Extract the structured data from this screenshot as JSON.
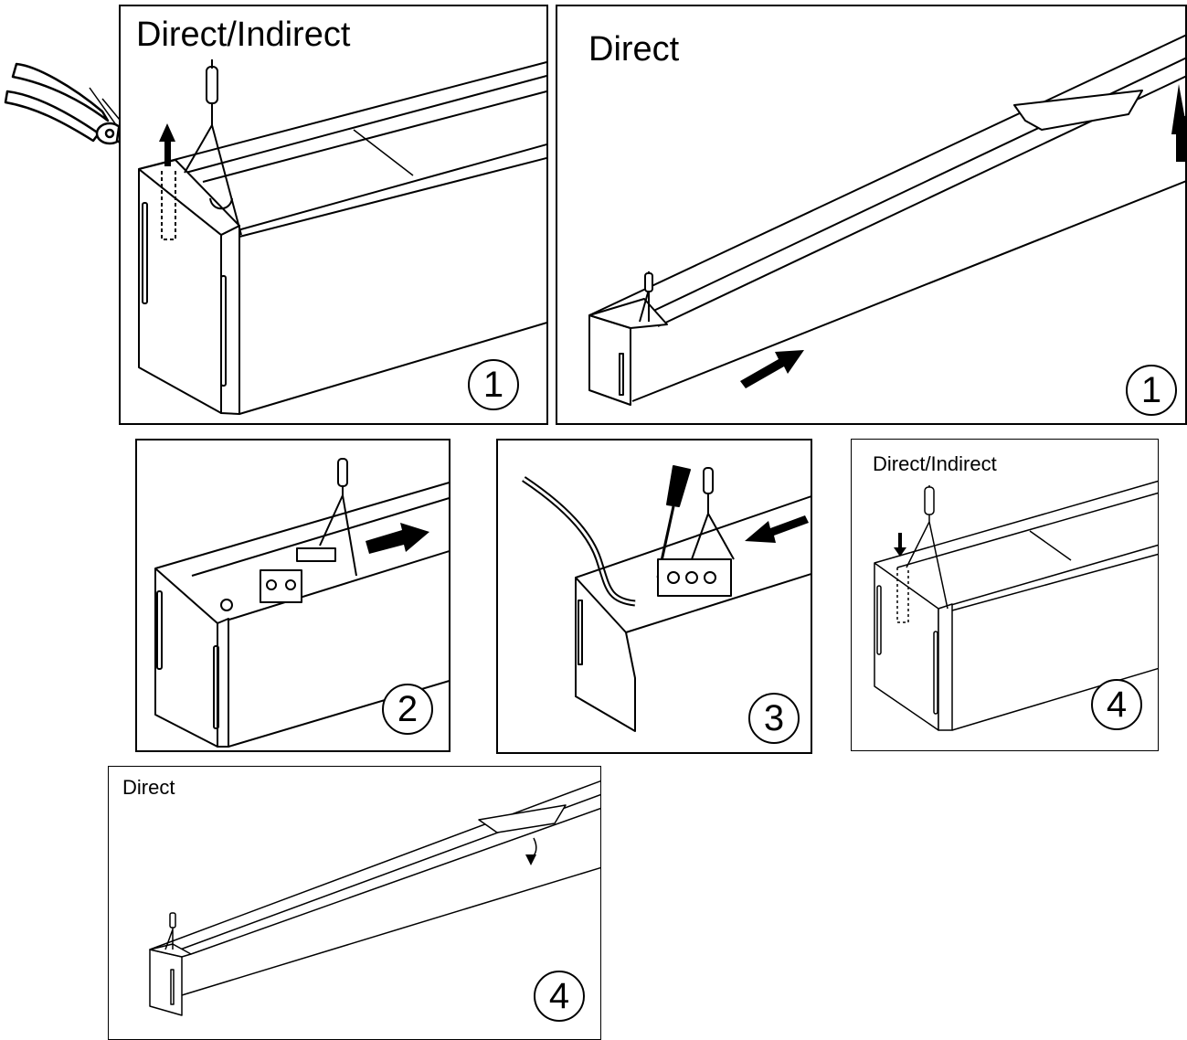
{
  "panels": {
    "p1": {
      "title": "Direct/Indirect",
      "step": "1"
    },
    "p2": {
      "title": "Direct",
      "step": "1"
    },
    "p3": {
      "step": "2"
    },
    "p4": {
      "step": "3"
    },
    "p5": {
      "title": "Direct/Indirect",
      "step": "4"
    },
    "p6": {
      "title": "Direct",
      "step": "4"
    }
  }
}
